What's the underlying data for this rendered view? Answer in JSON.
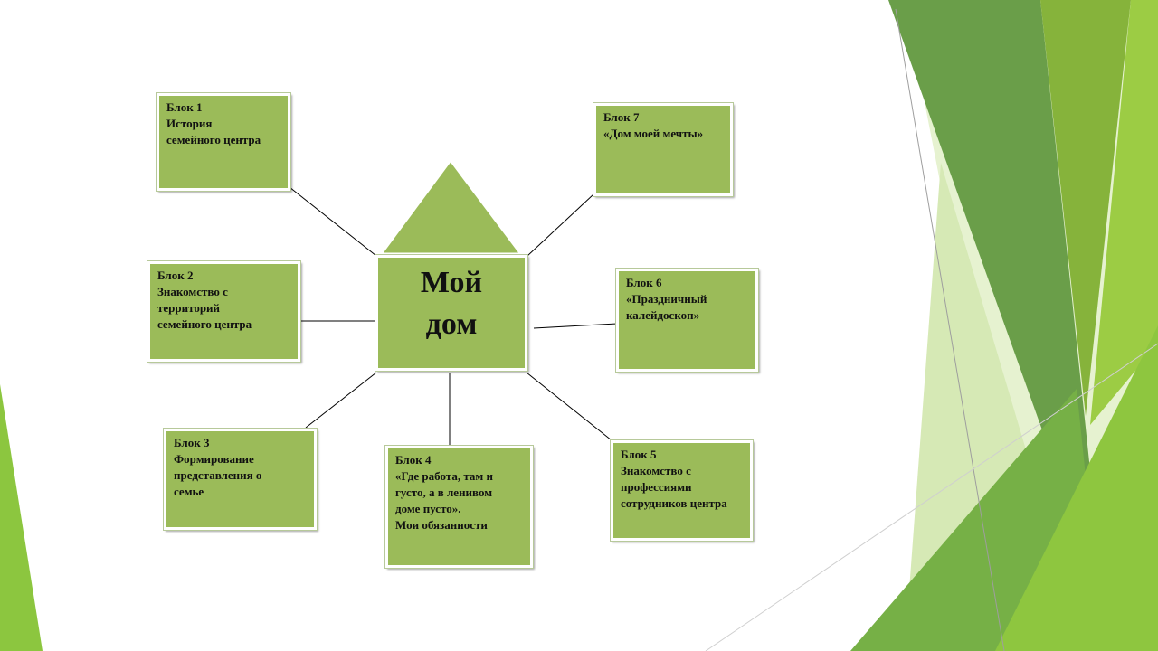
{
  "colors": {
    "block_fill": "#9bbb59",
    "decor_dark": "#5f9a3c",
    "decor_mid": "#8cc63f",
    "decor_light": "#d6e9b5"
  },
  "center": {
    "lines": [
      "Мой",
      "дом"
    ],
    "icon": "house-roof-triangle"
  },
  "blocks": [
    {
      "lines": [
        "Блок 1",
        "История",
        "семейного центра"
      ]
    },
    {
      "lines": [
        "Блок 2",
        "Знакомство с",
        "территорий",
        "семейного центра"
      ]
    },
    {
      "lines": [
        "Блок 3",
        "Формирование",
        "представления о",
        "семье"
      ]
    },
    {
      "lines": [
        "Блок 4",
        "«Где работа, там и",
        "густо, а в ленивом",
        "доме пусто».",
        "Мои обязанности"
      ]
    },
    {
      "lines": [
        "Блок 5",
        "Знакомство с",
        "профессиями",
        "сотрудников центра"
      ]
    },
    {
      "lines": [
        "Блок 6",
        "«Праздничный",
        "калейдоскоп»"
      ]
    },
    {
      "lines": [
        "Блок 7",
        "«Дом моей мечты»"
      ]
    }
  ]
}
